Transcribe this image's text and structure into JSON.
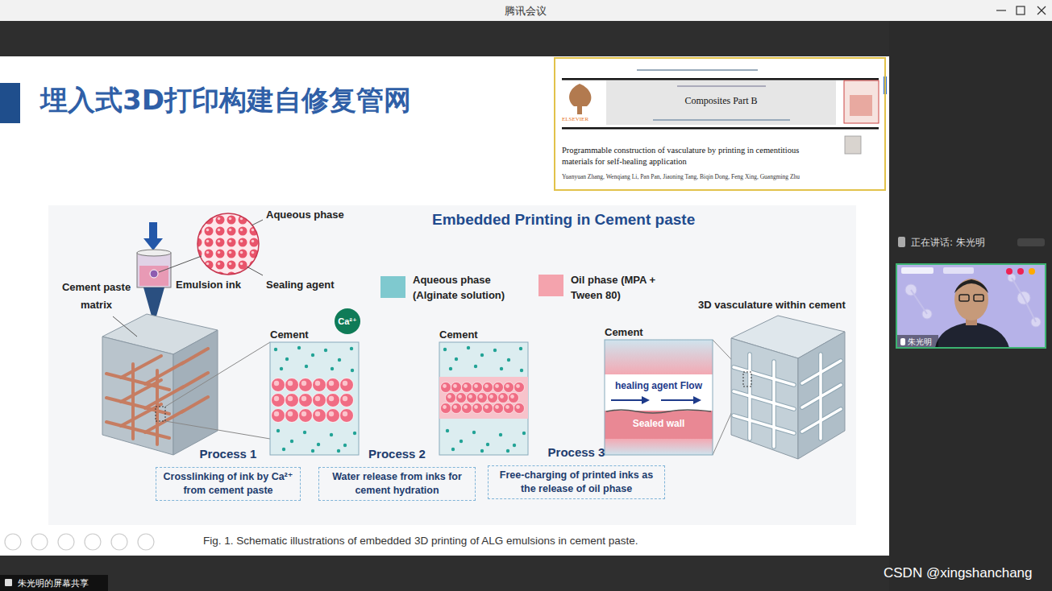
{
  "diagram": {
    "title": "埋入式3D打印构建自修复管网",
    "caption": "Fig. 1. Schematic illustrations of embedded 3D printing of ALG emulsions in cement paste.",
    "nodes": [
      {
        "text": [
          "Composites Part B",
          "Programmable construction of vasculature by printing in cementitious materials for self-healing application",
          "Yuanyuan Zhang, Wenqiang Li, Pan Pan, Jiaoning Tang, Biqin Dong, Feng Xing, Guangming Zhu"
        ]
      },
      {
        "text": [
          "Embedded Printing in Cement paste"
        ]
      },
      {
        "text": [
          "Ca²⁺"
        ],
        "in": 1
      },
      {
        "text": [
          "Cement"
        ],
        "in": 1
      },
      {
        "text": [
          "Cement"
        ],
        "in": 1
      },
      {
        "text": [
          "Cement",
          "healing agent Flow",
          "Sealed wall"
        ],
        "in": 1
      },
      {
        "text": [
          "Process 1",
          "Crosslinking of ink by Ca²⁺ from cement paste"
        ],
        "in": 1
      },
      {
        "text": [
          "Process 2",
          "Water release from inks for cement hydration"
        ],
        "in": 1
      },
      {
        "text": [
          "Process 3",
          "Free-charging of printed inks as the release of oil phase"
        ],
        "in": 1
      }
    ],
    "edges": [
      {
        "from": 3,
        "to": 4,
        "arrow": "to"
      },
      {
        "from": 4,
        "to": 5,
        "arrow": "to"
      }
    ],
    "labels": [
      "腾讯会议",
      "ELSEVIER",
      "Aqueous phase",
      "Cement paste matrix",
      "Emulsion ink",
      "Sealing agent",
      "3D vasculature within cement",
      "正在讲话: 朱光明",
      "朱光明",
      "朱光明的屏幕共享",
      "CSDN @xingshanchang"
    ],
    "legend": [
      {
        "text": "Aqueous phase (Alginate solution)",
        "color": "#7fc9cf"
      },
      {
        "text": "Oil phase (MPA + Tween 80)",
        "color": "#f4a3ad"
      }
    ]
  }
}
